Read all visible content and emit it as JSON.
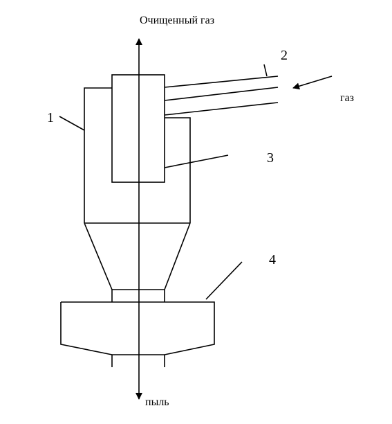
{
  "labels": {
    "top_outlet": "Очищенный газ",
    "gas_inlet": "газ",
    "dust_outlet": "пыль"
  },
  "callouts": {
    "body": "1",
    "inlet_pipe": "2",
    "exhaust_pipe": "3",
    "bunker": "4"
  }
}
